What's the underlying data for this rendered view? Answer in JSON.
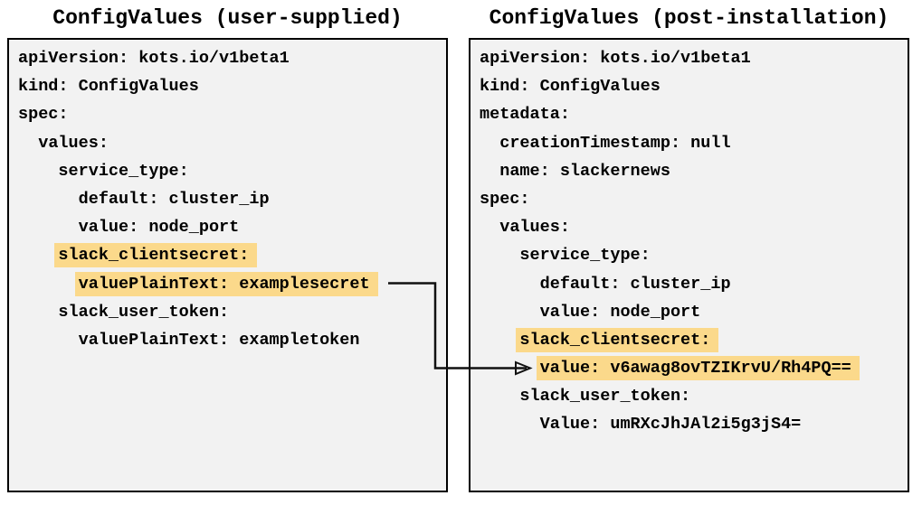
{
  "colors": {
    "page_bg": "#ffffff",
    "box_bg": "#f2f2f2",
    "box_border": "#000000",
    "highlight": "#fbd98b",
    "text": "#000000",
    "arrow": "#111111"
  },
  "left_panel": {
    "title": "ConfigValues (user-supplied)",
    "lines": [
      {
        "indent": 0,
        "text": "apiVersion: kots.io/v1beta1",
        "highlight": false
      },
      {
        "indent": 0,
        "text": "kind: ConfigValues",
        "highlight": false
      },
      {
        "indent": 0,
        "text": "spec:",
        "highlight": false
      },
      {
        "indent": 2,
        "text": "values:",
        "highlight": false
      },
      {
        "indent": 4,
        "text": "service_type:",
        "highlight": false
      },
      {
        "indent": 6,
        "text": "default: cluster_ip",
        "highlight": false
      },
      {
        "indent": 6,
        "text": "value: node_port",
        "highlight": false
      },
      {
        "indent": 4,
        "text": "slack_clientsecret:",
        "highlight": true
      },
      {
        "indent": 6,
        "text": "valuePlainText: examplesecret",
        "highlight": true
      },
      {
        "indent": 4,
        "text": "slack_user_token:",
        "highlight": false
      },
      {
        "indent": 6,
        "text": "valuePlainText: exampletoken",
        "highlight": false
      }
    ]
  },
  "right_panel": {
    "title": "ConfigValues (post-installation)",
    "lines": [
      {
        "indent": 0,
        "text": "apiVersion: kots.io/v1beta1",
        "highlight": false
      },
      {
        "indent": 0,
        "text": "kind: ConfigValues",
        "highlight": false
      },
      {
        "indent": 0,
        "text": "metadata:",
        "highlight": false
      },
      {
        "indent": 2,
        "text": "creationTimestamp: null",
        "highlight": false
      },
      {
        "indent": 2,
        "text": "name: slackernews",
        "highlight": false
      },
      {
        "indent": 0,
        "text": "spec:",
        "highlight": false
      },
      {
        "indent": 2,
        "text": "values:",
        "highlight": false
      },
      {
        "indent": 4,
        "text": "service_type:",
        "highlight": false
      },
      {
        "indent": 6,
        "text": "default: cluster_ip",
        "highlight": false
      },
      {
        "indent": 6,
        "text": "value: node_port",
        "highlight": false
      },
      {
        "indent": 4,
        "text": "slack_clientsecret:",
        "highlight": true
      },
      {
        "indent": 6,
        "text": "value: v6awag8ovTZIKrvU/Rh4PQ==",
        "highlight": true
      },
      {
        "indent": 4,
        "text": "slack_user_token:",
        "highlight": false
      },
      {
        "indent": 6,
        "text": "Value: umRXcJhJAl2i5g3jS4=",
        "highlight": false
      }
    ]
  },
  "arrow": {
    "connects_from": "valuePlainText: examplesecret",
    "connects_to": "value: v6awag8ovTZIKrvU/Rh4PQ=="
  }
}
